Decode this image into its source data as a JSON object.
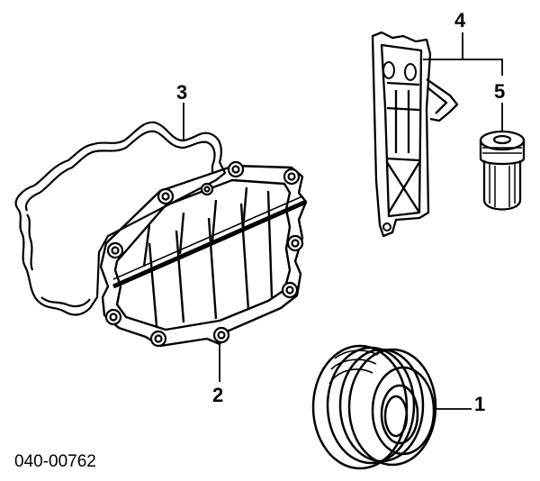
{
  "diagram": {
    "document_code": "040-00762",
    "labels": {
      "one": "1",
      "two": "2",
      "three": "3",
      "four": "4",
      "five": "5"
    }
  }
}
